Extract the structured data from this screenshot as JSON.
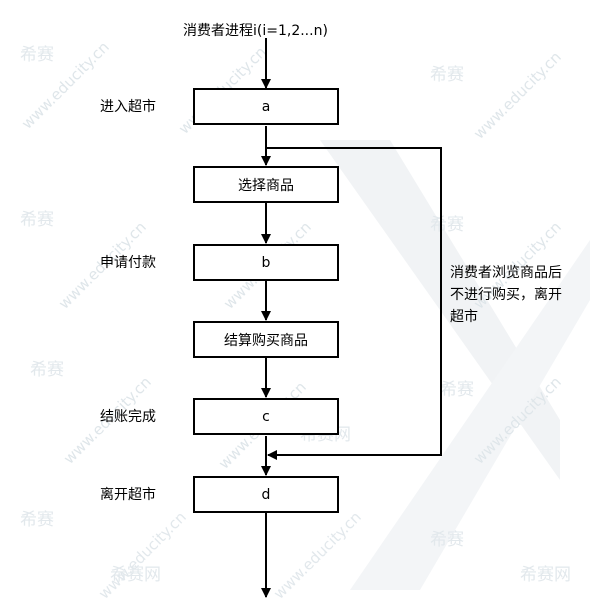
{
  "header": {
    "text": "消费者进程i(i=1,2...n)"
  },
  "boxes": {
    "a": "a",
    "select": "选择商品",
    "b": "b",
    "checkout": "结算购买商品",
    "c": "c",
    "d": "d"
  },
  "labels": {
    "enter": "进入超市",
    "apply": "申请付款",
    "done": "结账完成",
    "leave": "离开超市"
  },
  "side_note": "消费者浏览商品后不进行购买，离开超市",
  "watermark": {
    "url": "www.educity.cn",
    "brand": "希赛",
    "brand_alt": "希赛网"
  },
  "colors": {
    "line": "#000000",
    "watermark": "#dfe6ea"
  }
}
